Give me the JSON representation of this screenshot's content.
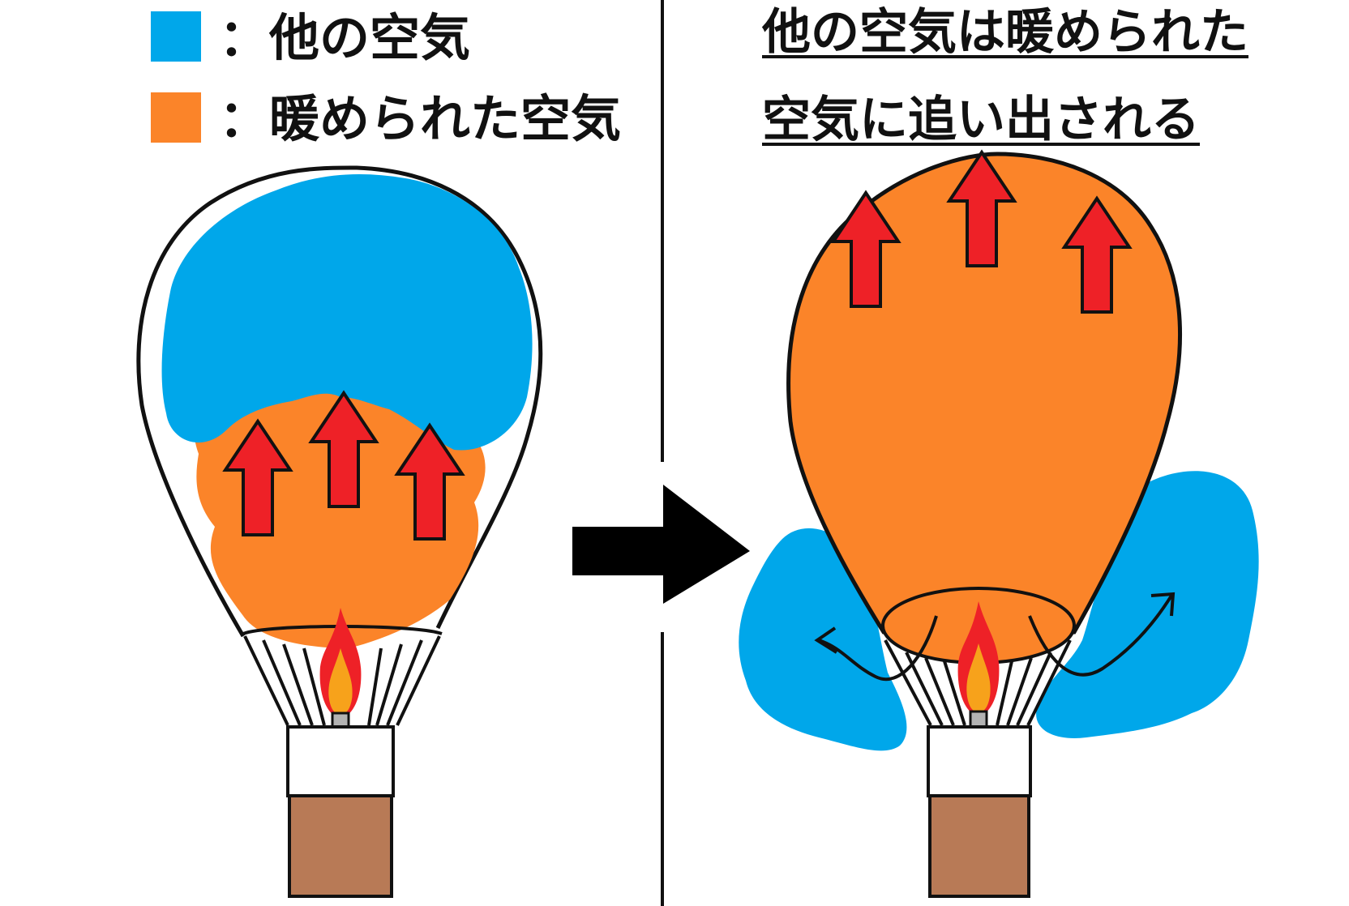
{
  "legend": {
    "items": [
      {
        "label": "：他の空気",
        "color": "#00a7ea"
      },
      {
        "label": "：暖められた空気",
        "color": "#fb8429"
      }
    ]
  },
  "caption": {
    "line1": "他の空気は暖められた",
    "line2": "空気に追い出される"
  },
  "colors": {
    "other_air": "#00a7ea",
    "warm_air": "#fb8429",
    "arrow_red": "#ee2127",
    "basket": "#b87a56",
    "outline": "#111111",
    "flame_outer": "#ee2127",
    "flame_inner": "#f7a21b",
    "burner": "#b3b3b3"
  }
}
